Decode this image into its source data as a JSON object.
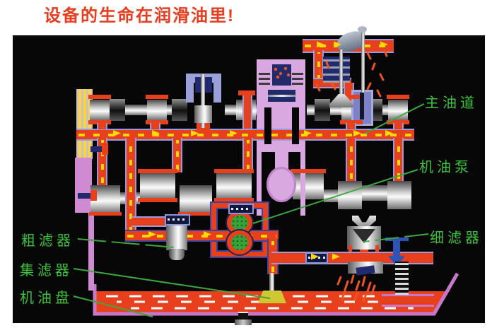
{
  "title": "设备的生命在润滑油里!",
  "labels": {
    "main_gallery": "主油道",
    "oil_pump": "机油泵",
    "fine_filter": "细滤器",
    "coarse_filter": "粗滤器",
    "oil_strainer": "集滤器",
    "oil_pan": "机油盘"
  },
  "colors": {
    "title_red": "#e93c1e",
    "label_green": "#3cc13c",
    "pipe_orange": "#e8401c",
    "pipe_border_lilac": "#9a9ade",
    "oil_dash_yellow": "#ffd900",
    "pan_violet": "#c878c8",
    "pump_green": "#3aa03a",
    "engine_navy": "#222a6e",
    "arrow_blue": "#2f54b4",
    "panel_background": "#070707"
  }
}
